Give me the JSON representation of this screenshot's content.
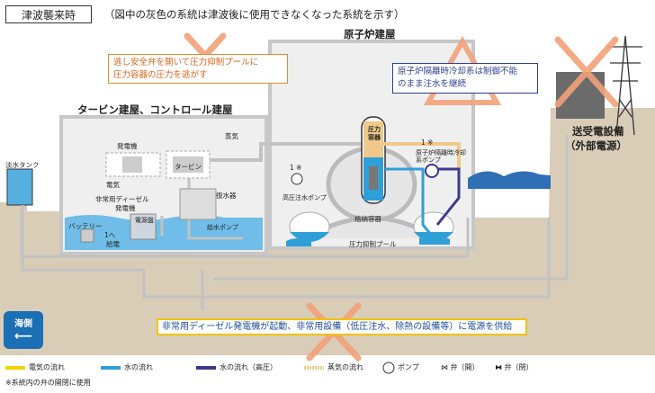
{
  "header": {
    "badge": "津波襲来時",
    "note": "（図中の灰色の系統は津波後に使用できなくなった系統を示す）"
  },
  "buildings": {
    "turbine": "タービン建屋、コントロール建屋",
    "reactor": "原子炉建屋",
    "power": [
      "送受電設備",
      "（外部電源）"
    ]
  },
  "callouts": {
    "orange": [
      "逃し安全弁を開いて圧力抑制プールに",
      "圧力容器の圧力を逃がす"
    ],
    "navy": [
      "原子炉隔離時冷却系は制御不能",
      "のまま注水を継続"
    ],
    "yellow": "非常用ディーゼル発電機が起動、非常用設備（低圧注水、除熱の設備等）に電源を供給"
  },
  "labels": {
    "fresh_tank": "淡水タンク",
    "generator": "発電機",
    "turbine": "タービン",
    "steam": "蒸気",
    "electric": "電気",
    "edg": "非常用ディーゼル",
    "edg2": "発電機",
    "edg_room": "電源盤",
    "condenser": "復水器",
    "battery": "バッテリー",
    "supply1": "1へ",
    "supply2": "給電",
    "condensate_pump": "給水ポンプ",
    "rpv": "圧力容器",
    "hpi_pump": "高圧注水ポンプ",
    "rcic_pump": "原子炉隔離時冷却系ポンプ",
    "pcv": "格納容器",
    "sp": "圧力抑制プール",
    "mark1": "1 ※",
    "mark2": "1 ※",
    "sea": "海側"
  },
  "legend": {
    "electric": "電気の流れ",
    "water": "水の流れ",
    "water_hp": "水の流れ（高圧）",
    "steam": "蒸気の流れ",
    "pump": "ポンプ",
    "valve_open": "弁（開）",
    "valve_closed": "弁（閉）"
  },
  "footnote": "※系統内の弁の開閉に使用",
  "colors": {
    "water": "#2f9fd8",
    "water_hp": "#3b3a8c",
    "electric": "#f4d200",
    "steam": "#f0c98a",
    "cross": "#f2a27a",
    "grey": "#b9b9b9"
  }
}
